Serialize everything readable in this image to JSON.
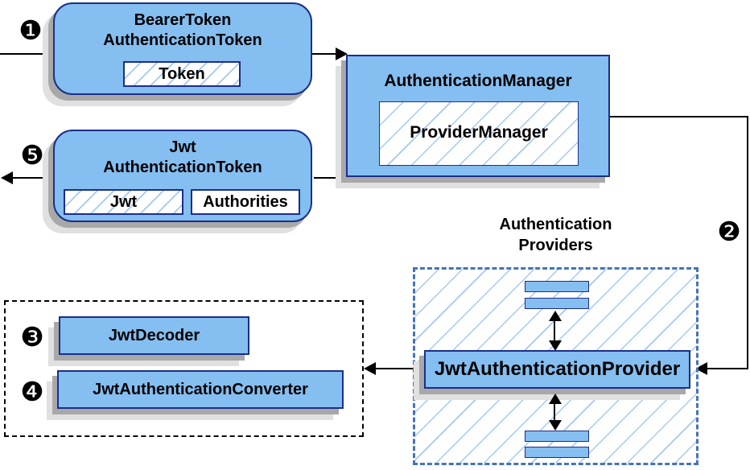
{
  "diagram": {
    "badges": {
      "s1": "❶",
      "s2": "❷",
      "s3": "❸",
      "s4": "❹",
      "s5": "❺"
    },
    "bearer_token": {
      "line1": "BearerToken",
      "line2": "AuthenticationToken",
      "chip": "Token"
    },
    "auth_manager": {
      "title": "AuthenticationManager",
      "chip": "ProviderManager"
    },
    "jwt_token": {
      "line1": "Jwt",
      "line2": "AuthenticationToken",
      "chip_jwt": "Jwt",
      "chip_authorities": "Authorities"
    },
    "providers_group": {
      "line1": "Authentication",
      "line2": "Providers"
    },
    "jwt_provider": {
      "title": "JwtAuthenticationProvider"
    },
    "jwt_decoder": {
      "title": "JwtDecoder"
    },
    "jwt_converter": {
      "title": "JwtAuthenticationConverter"
    },
    "colors": {
      "node_fill": "#85BEF0",
      "node_border": "#1B2E8A",
      "hatch_line": "#A5C8F0",
      "group_border": "#4673B8",
      "arrow": "#000000",
      "shadow": "#A8A8A8",
      "shadow_light": "#E0E0E0",
      "text": "#000000"
    }
  }
}
